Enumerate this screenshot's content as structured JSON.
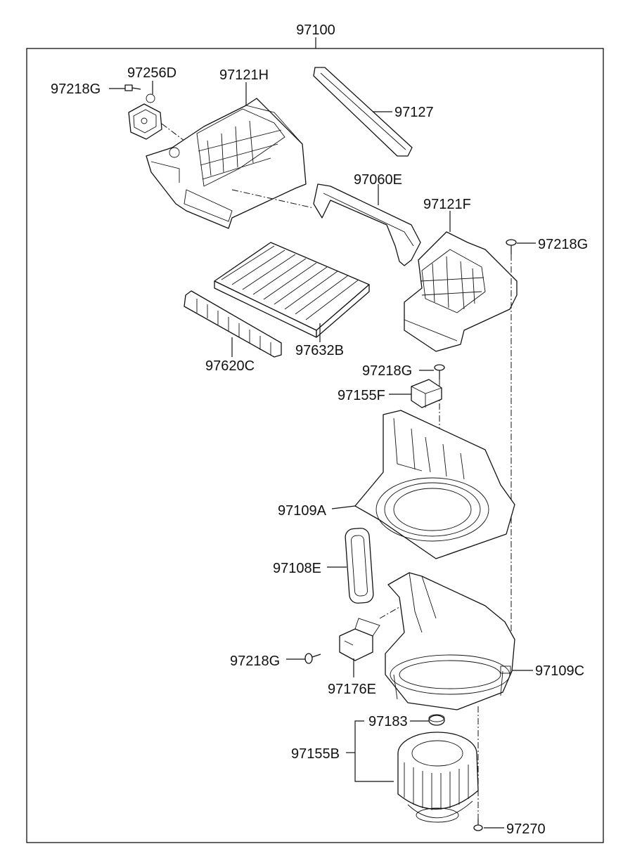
{
  "diagram": {
    "assembly_number": "97100",
    "labels": {
      "p97218G_a": "97218G",
      "p97256D": "97256D",
      "p97121H": "97121H",
      "p97127": "97127",
      "p97060E": "97060E",
      "p97121F": "97121F",
      "p97218G_b": "97218G",
      "p97632B": "97632B",
      "p97620C": "97620C",
      "p97218G_c": "97218G",
      "p97155F": "97155F",
      "p97109A": "97109A",
      "p97108E": "97108E",
      "p97218G_d": "97218G",
      "p97176E": "97176E",
      "p97109C": "97109C",
      "p97183": "97183",
      "p97155B": "97155B",
      "p97270": "97270"
    }
  }
}
